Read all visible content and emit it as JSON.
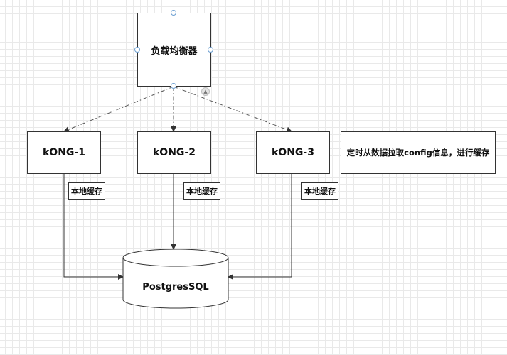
{
  "nodes": {
    "load_balancer": "负载均衡器",
    "kong1": "kONG-1",
    "kong2": "kONG-2",
    "kong3": "kONG-3",
    "postgres": "PostgresSQL",
    "note": "定时从数据拉取config信息，进行缓存",
    "cache_label": "本地缓存"
  },
  "colors": {
    "line": "#333333",
    "grid": "#e9e9e9",
    "selection_handle": "#6ea0d2"
  },
  "icons": {
    "warning": "warning-icon"
  }
}
